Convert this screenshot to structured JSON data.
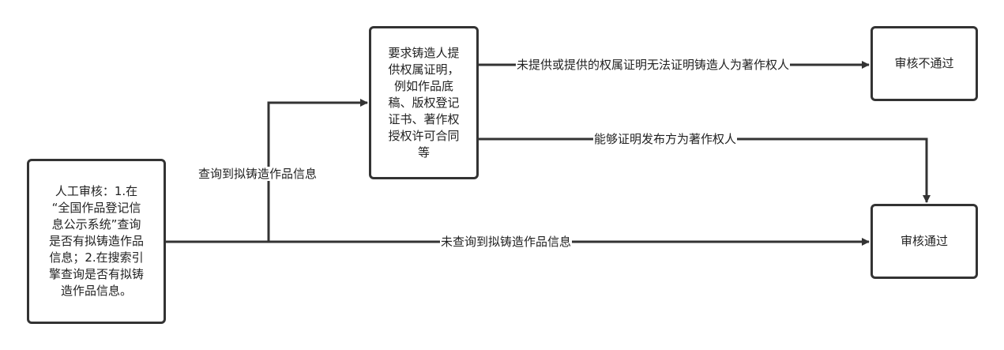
{
  "nodes": {
    "manual_review": {
      "lines": [
        "人工审核：1.在",
        "“全国作品登记信",
        "息公示系统”查询",
        "是否有拟铸造作品",
        "信息；2.在搜索引",
        "擎查询是否有拟铸",
        "造作品信息。"
      ]
    },
    "require_proof": {
      "lines": [
        "要求铸造人提",
        "供权属证明，",
        "例如作品底",
        "稿、版权登记",
        "证书、著作权",
        "授权许可合同",
        "等"
      ]
    },
    "reject": {
      "text": "审核不通过"
    },
    "approve": {
      "text": "审核通过"
    }
  },
  "edges": {
    "found": {
      "label": "查询到拟铸造作品信息"
    },
    "not_found": {
      "label": "未查询到拟铸造作品信息"
    },
    "no_proof": {
      "label": "未提供或提供的权属证明无法证明铸造人为著作权人"
    },
    "proven": {
      "label": "能够证明发布方为著作权人"
    }
  },
  "colors": {
    "line": "#333333",
    "text": "#222222",
    "background": "#ffffff"
  }
}
